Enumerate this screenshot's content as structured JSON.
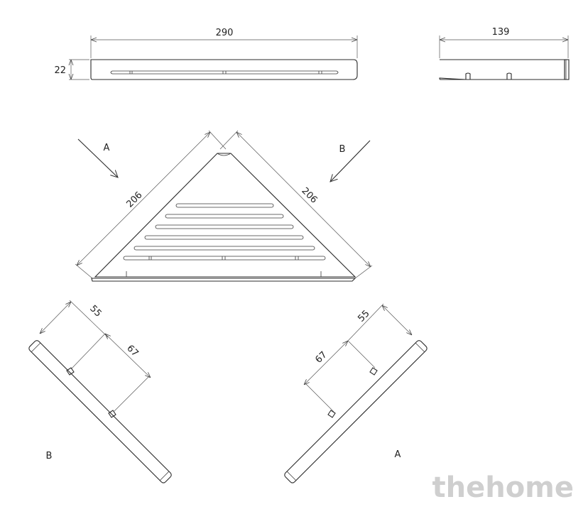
{
  "dimensions": {
    "top_width": "290",
    "top_height": "22",
    "side_depth": "139",
    "left_edge": "206",
    "right_edge": "206",
    "b_view_offset": "55",
    "b_view_spacing": "67",
    "a_view_offset": "55",
    "a_view_spacing": "67"
  },
  "view_labels": {
    "arrow_a": "A",
    "arrow_b": "B",
    "view_b": "B",
    "view_a": "A"
  },
  "watermark": "thehome"
}
